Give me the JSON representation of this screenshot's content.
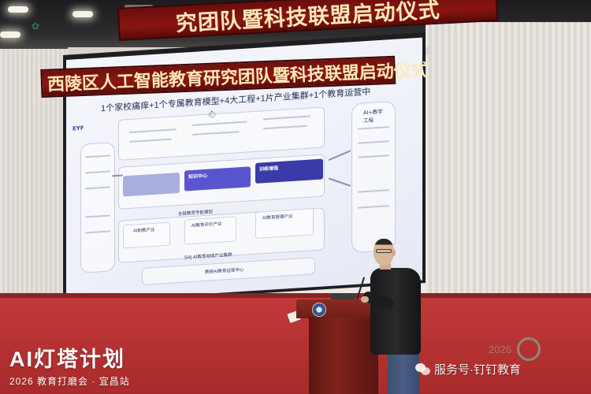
{
  "banner": {
    "main_text": "西陵区人工智能教育研究团队暨科技联盟启动仪式"
  },
  "slide": {
    "title": "1个家校痛痒+1个专属教育模型+4大工程+1片产业集群+1个教育运营中",
    "title_end": "心",
    "right_panel_label": "AI+教学工程",
    "chips": [
      {
        "label": "知识中心"
      },
      {
        "label": "训练增强"
      }
    ],
    "lower_boxes": [
      "AI助教产业",
      "AI教育评价产业",
      "AI教育管理产业"
    ],
    "mid_caption": "全链教育专能模型",
    "cluster_caption": "SHJ AI教育地域产业集群",
    "bottom_caption": "教研AI教育运营中心"
  },
  "overlay": {
    "event_title": "AI灯塔计划",
    "event_subtitle": "2026 教育打磨会 · 宜昌站",
    "watermark_text": "服务号·钉钉教育",
    "background_year": "2026"
  },
  "colors": {
    "banner_red": "#8a1512",
    "banner_text": "#ffe9b8",
    "floor_red": "#b83333",
    "slide_purple": "#5a55cf",
    "slide_navy": "#3a3aa8"
  }
}
